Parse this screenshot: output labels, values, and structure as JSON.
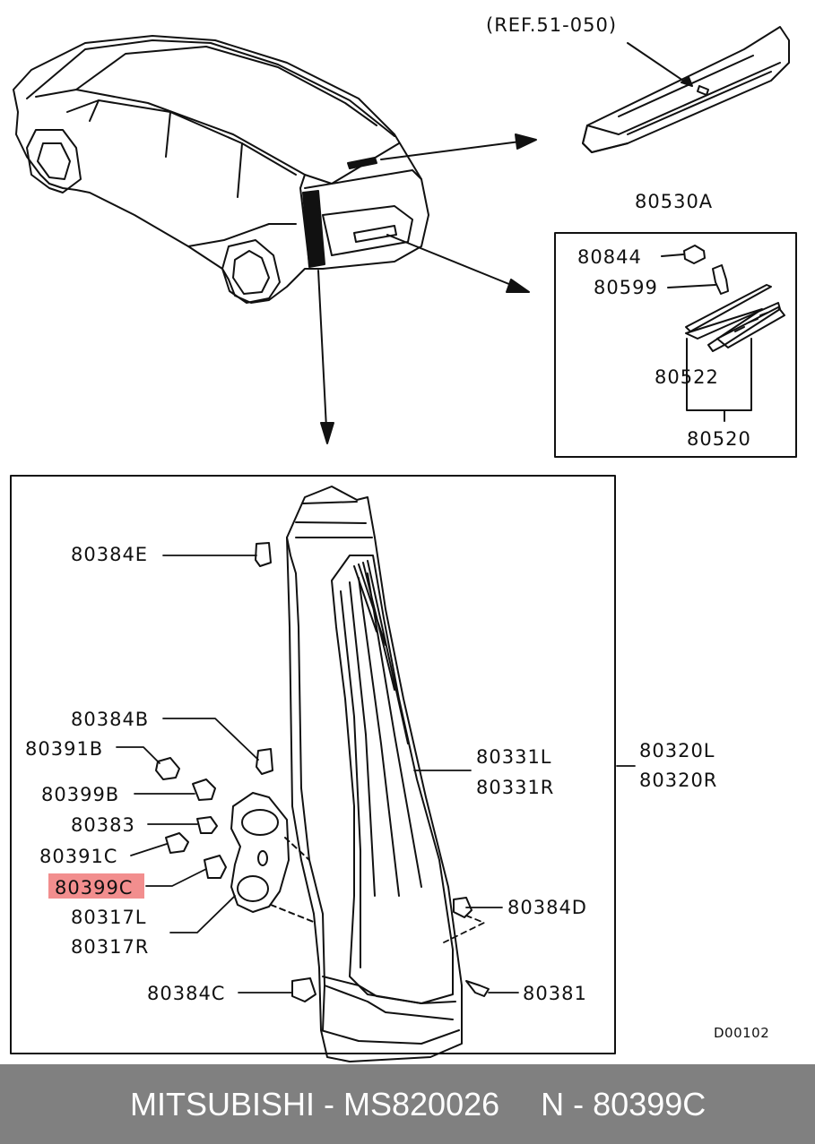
{
  "diagram": {
    "ref_label": "(REF.51-050)",
    "code": "D00102",
    "labels": {
      "p80530A": "80530A",
      "p80844": "80844",
      "p80599": "80599",
      "p80522": "80522",
      "p80520": "80520",
      "p80384E": "80384E",
      "p80384B": "80384B",
      "p80391B": "80391B",
      "p80399B": "80399B",
      "p80383": "80383",
      "p80391C": "80391C",
      "p80399C": "80399C",
      "p80317L": "80317L",
      "p80317R": "80317R",
      "p80384C": "80384C",
      "p80331L": "80331L",
      "p80331R": "80331R",
      "p80320L": "80320L",
      "p80320R": "80320R",
      "p80384D": "80384D",
      "p80381": "80381"
    },
    "highlight_color": "#f28e8e"
  },
  "footer": {
    "brand": "MITSUBISHI",
    "separator": " - ",
    "part_number": "MS820026",
    "position_prefix": "N",
    "position_number": "80399C",
    "background": "#808080"
  }
}
